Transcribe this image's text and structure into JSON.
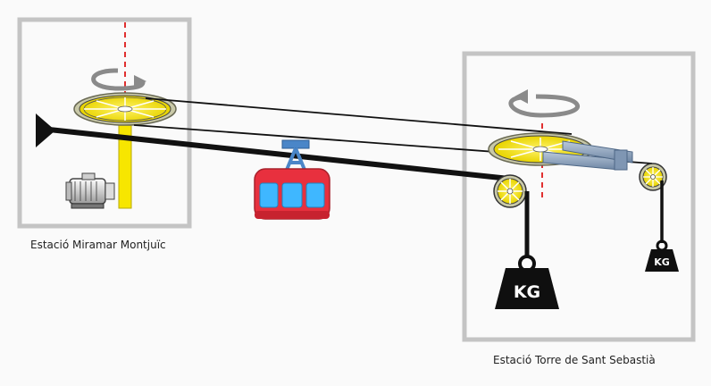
{
  "stations": {
    "miramar": {
      "label": "Estació Miramar Montjuïc"
    },
    "torre": {
      "label": "Estació Torre de Sant Sebastià"
    }
  },
  "weights": {
    "large": {
      "text": "KG"
    },
    "small": {
      "text": "KG"
    }
  },
  "colors": {
    "frame": "#c4c4c4",
    "wheel": "#f7e600",
    "wheel_rim": "#c9c9a8",
    "cable": "#111111",
    "axis_dash": "#e03030",
    "arrow": "#8a8a8a",
    "cabin_red": "#e8303e",
    "cabin_window": "#3fb7ff",
    "hanger": "#4a86c8",
    "weight": "#0f0f0f",
    "tension_arm": "#8aa2c0"
  }
}
